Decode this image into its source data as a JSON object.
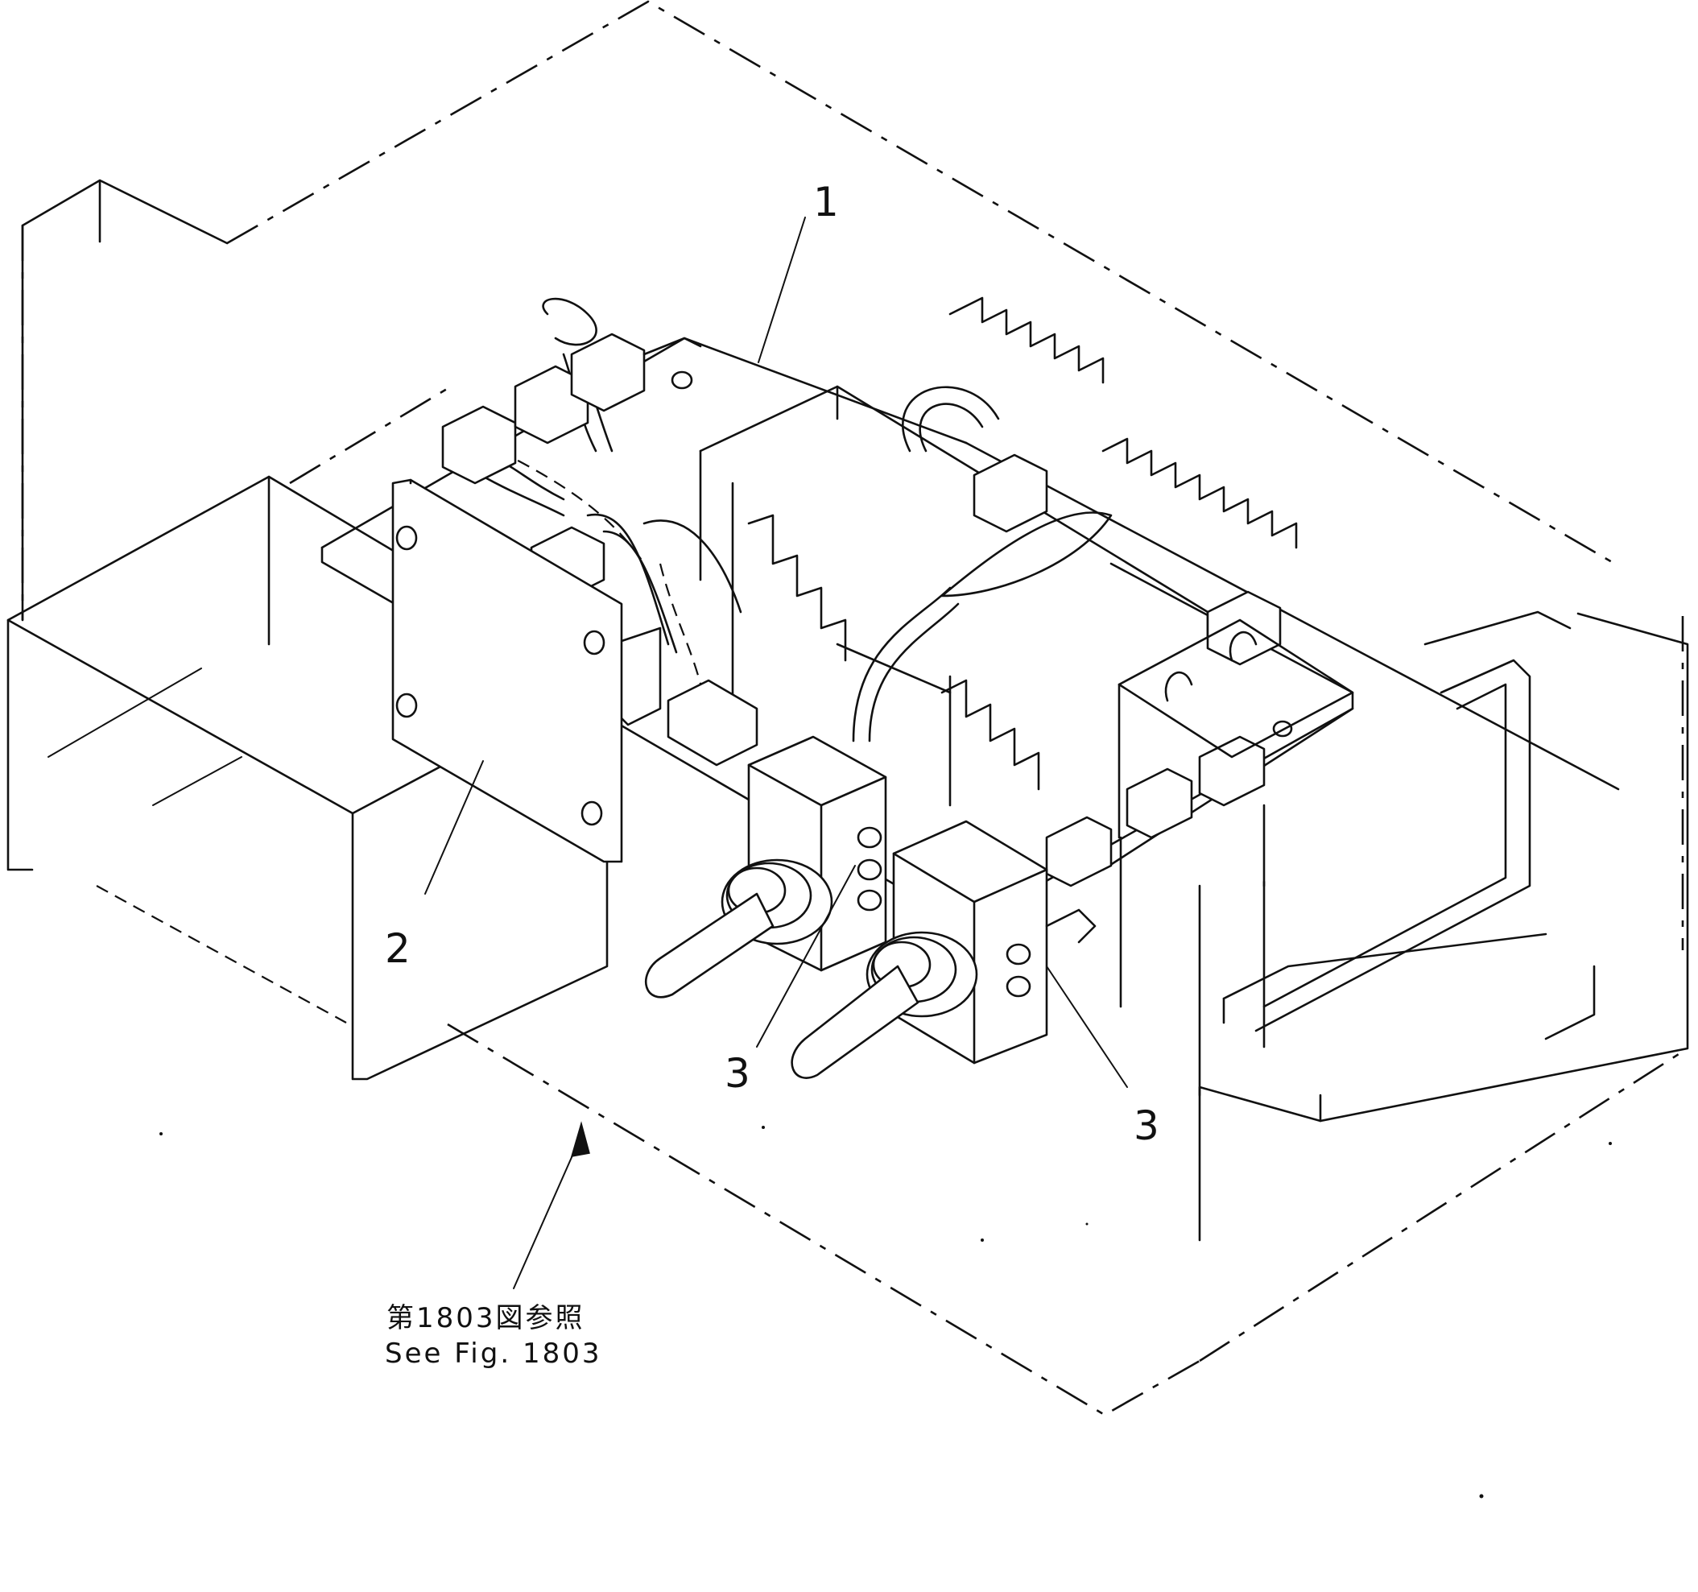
{
  "callouts": [
    {
      "id": "1",
      "label": "1"
    },
    {
      "id": "2",
      "label": "2"
    },
    {
      "id": "3a",
      "label": "3"
    },
    {
      "id": "3b",
      "label": "3"
    }
  ],
  "reference": {
    "line_jp": "第1803図参照",
    "line_en": "See Fig. 1803"
  }
}
